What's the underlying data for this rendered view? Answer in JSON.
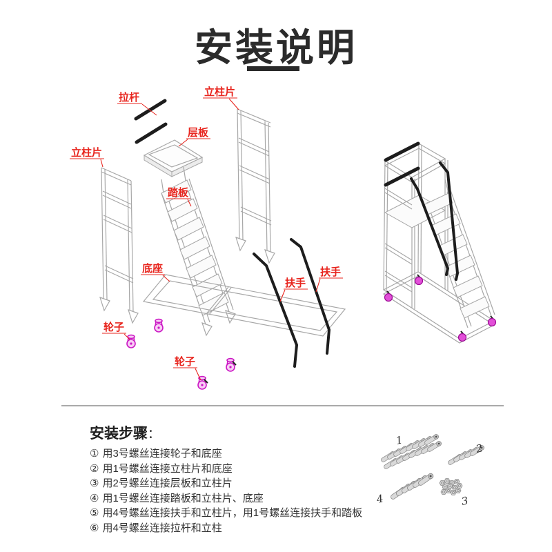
{
  "title": "安装说明",
  "colors": {
    "title_text": "#2b2b2b",
    "label_red": "#e8251e",
    "wheel_magenta": "#e24fd8",
    "line_gray": "#a7a7a7",
    "rod_black": "#1d1d1d"
  },
  "diagram": {
    "labels": {
      "pull_rod": "拉杆",
      "column_piece": "立柱片",
      "shelf_board": "层板",
      "step_board": "踏板",
      "base": "底座",
      "wheel": "轮子",
      "handrail": "扶手"
    }
  },
  "steps_section": {
    "heading": "安装步骤",
    "colon": "：",
    "steps": [
      {
        "num": "①",
        "text": "用3号螺丝连接轮子和底座"
      },
      {
        "num": "②",
        "text": "用1号螺丝连接立柱片和底座"
      },
      {
        "num": "③",
        "text": "用2号螺丝连接层板和立柱片"
      },
      {
        "num": "④",
        "text": "用1号螺丝连接踏板和立柱片、底座"
      },
      {
        "num": "⑤",
        "text": "用4号螺丝连接扶手和立柱片，用1号螺丝连接扶手和踏板"
      },
      {
        "num": "⑥",
        "text": "用4号螺丝连接拉杆和立柱"
      }
    ]
  },
  "hardware": {
    "group_labels": [
      "1",
      "2",
      "3",
      "4"
    ]
  }
}
